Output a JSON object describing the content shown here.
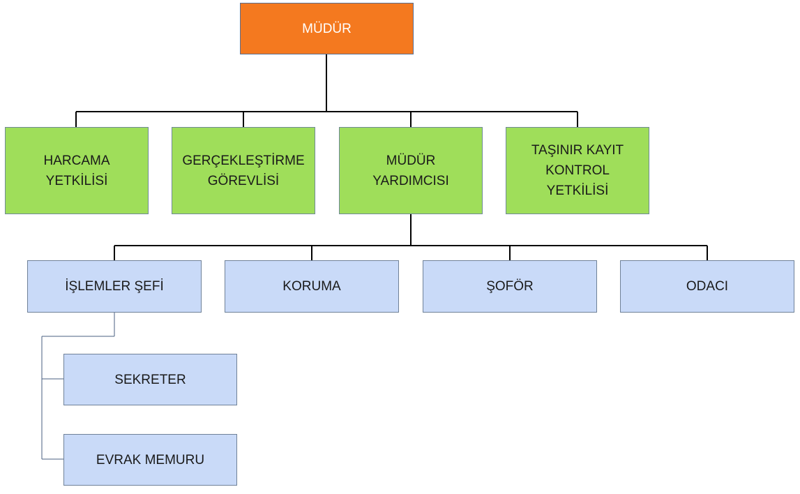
{
  "chart": {
    "root": {
      "label": "MÜDÜR",
      "color": "#f4791f"
    },
    "level2": [
      {
        "lines": [
          "HARCAMA",
          "YETKİLİSİ"
        ]
      },
      {
        "lines": [
          "GERÇEKLEŞTİRME",
          "GÖREVLİSİ"
        ]
      },
      {
        "lines": [
          "MÜDÜR",
          "YARDIMCISI"
        ]
      },
      {
        "lines": [
          "TAŞINIR KAYIT",
          "KONTROL",
          "YETKİLİSİ"
        ]
      }
    ],
    "level3": [
      {
        "label": "İŞLEMLER ŞEFİ"
      },
      {
        "label": "KORUMA"
      },
      {
        "label": "ŞOFÖR"
      },
      {
        "label": "ODACI"
      }
    ],
    "level4": [
      {
        "label": "SEKRETER"
      },
      {
        "label": "EVRAK MEMURU"
      }
    ],
    "colors": {
      "level2": "#9fde5a",
      "level3": "#c9daf8",
      "level4": "#c9daf8",
      "connector": "#000000"
    }
  }
}
